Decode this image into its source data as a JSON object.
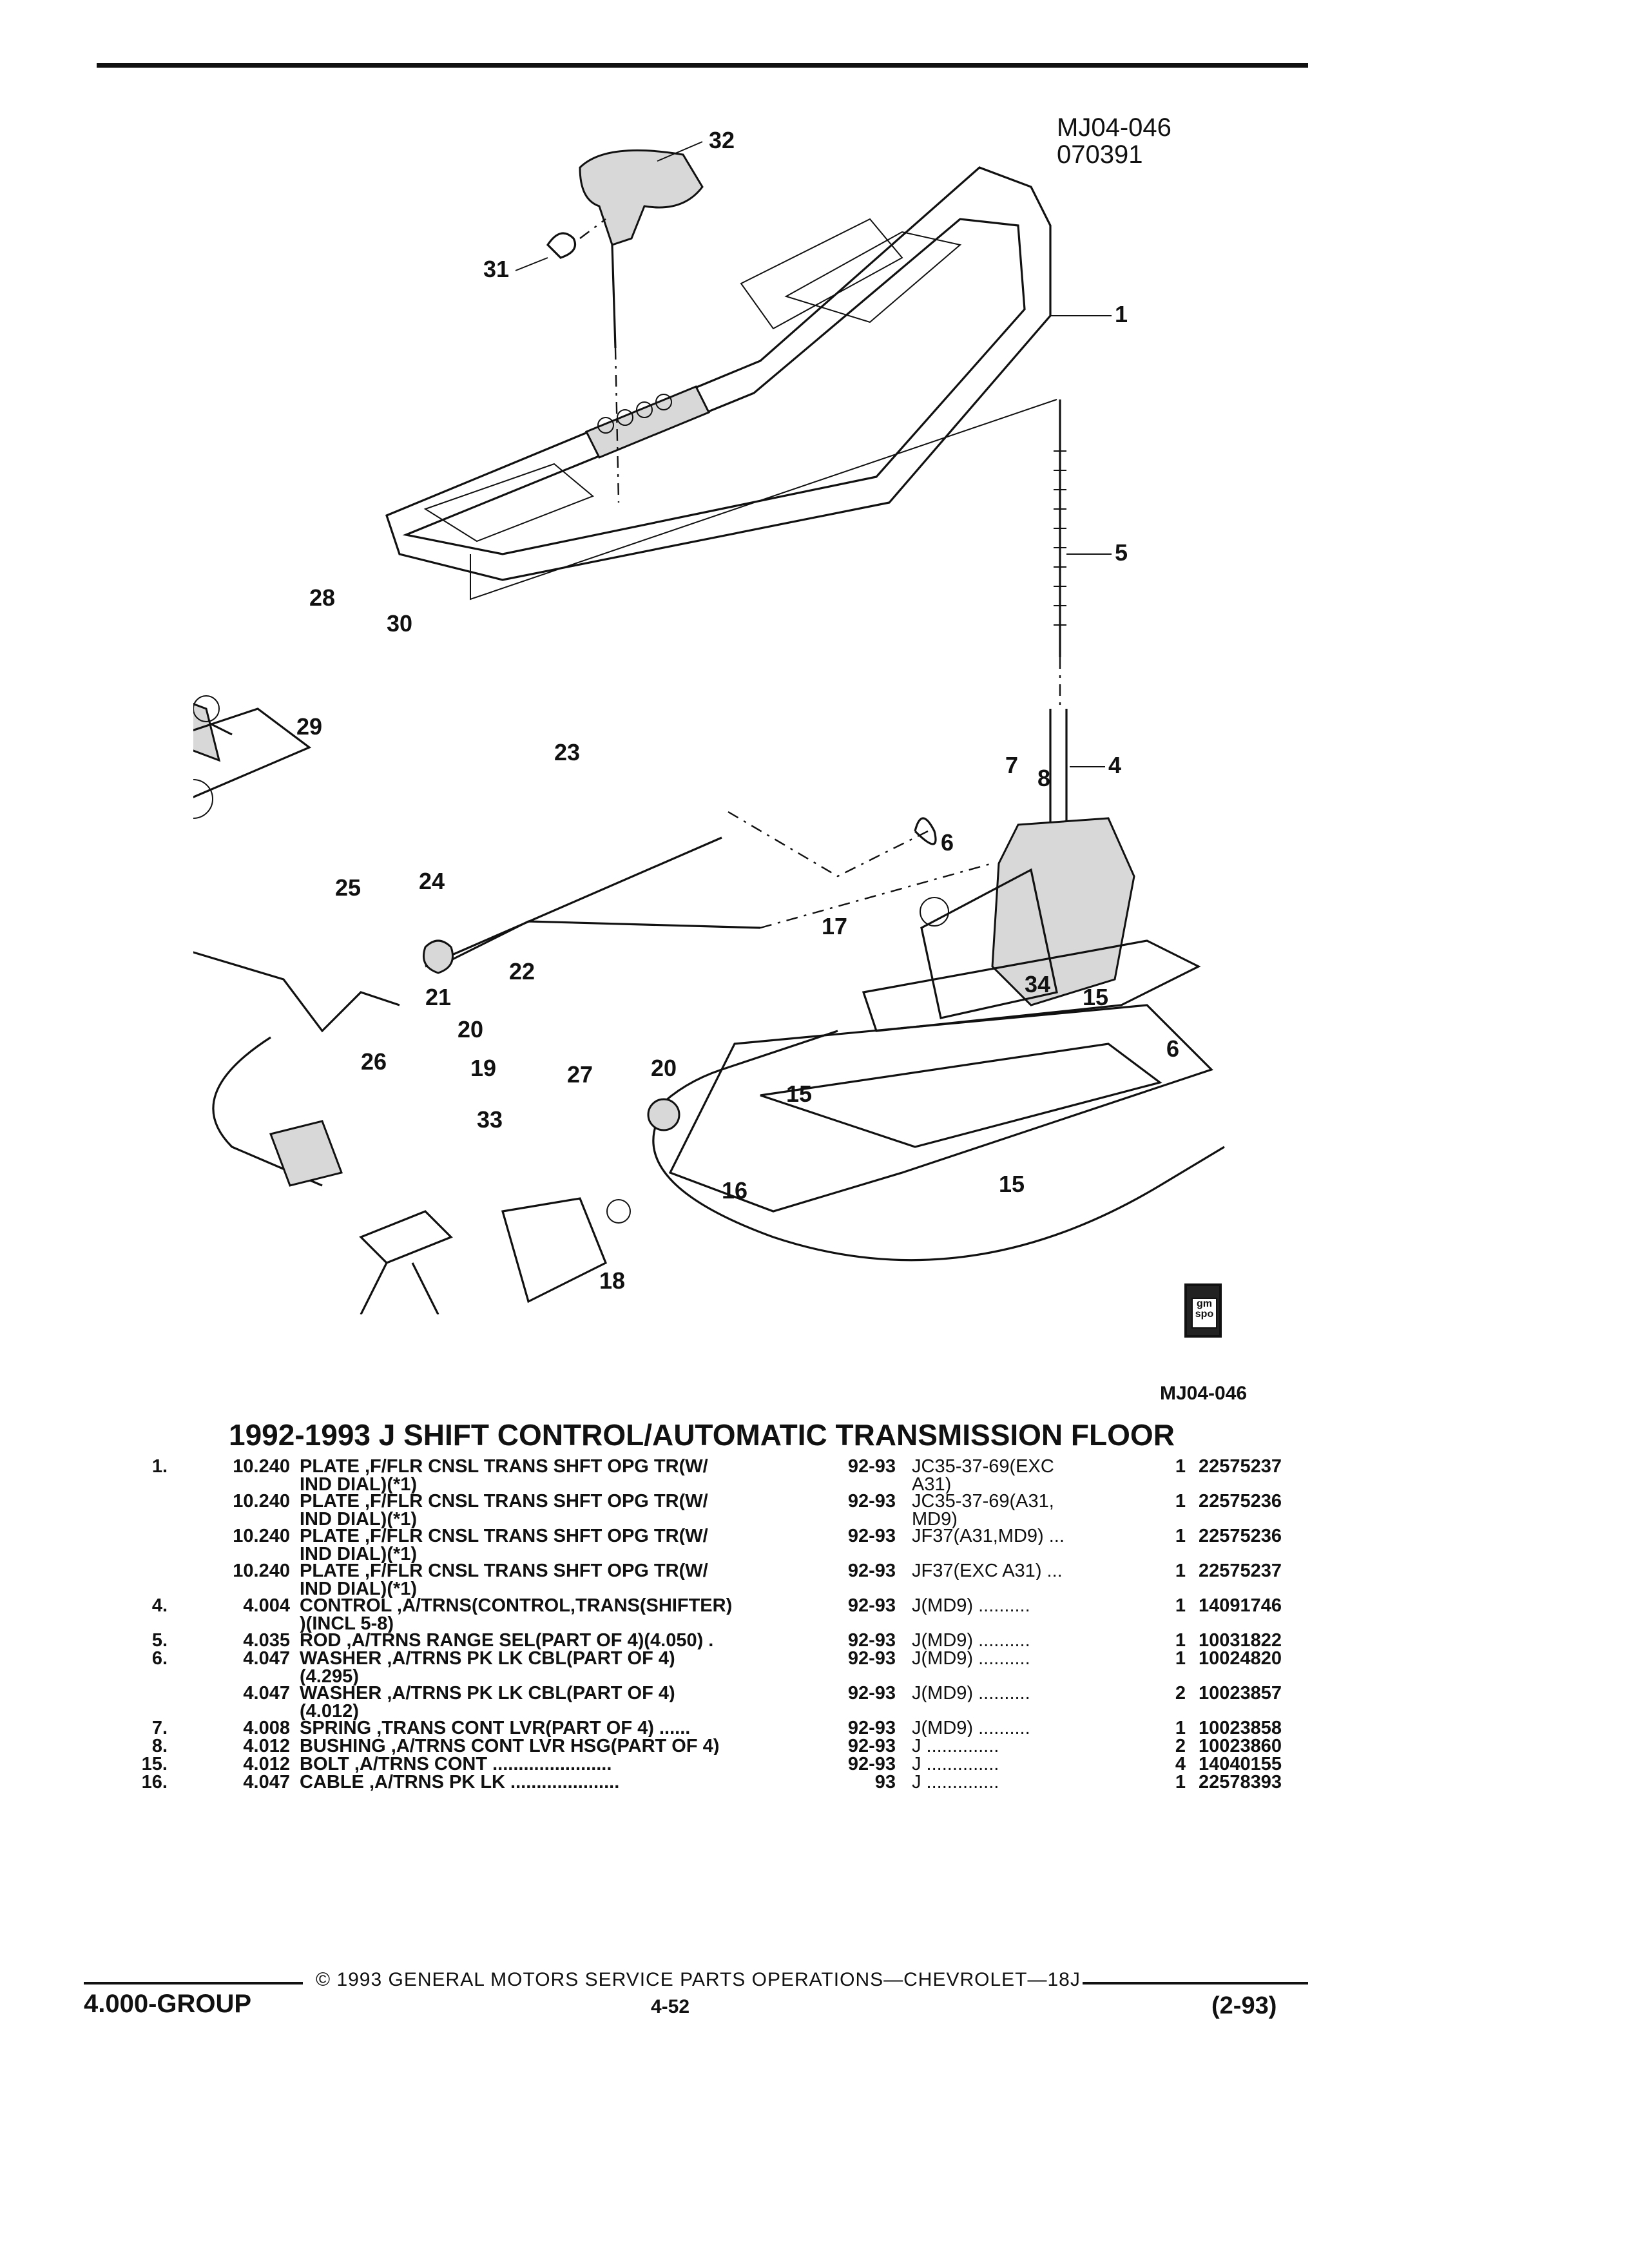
{
  "header": {
    "illustration_code": "MJ04-046",
    "illustration_date": "070391"
  },
  "diagram": {
    "callouts": [
      "1",
      "4",
      "5",
      "6",
      "6",
      "7",
      "8",
      "15",
      "15",
      "15",
      "16",
      "17",
      "18",
      "19",
      "20",
      "20",
      "21",
      "22",
      "23",
      "24",
      "25",
      "26",
      "27",
      "28",
      "29",
      "30",
      "31",
      "32",
      "33",
      "34"
    ],
    "caption_code": "MJ04-046"
  },
  "section_title": "1992-1993 J SHIFT CONTROL/AUTOMATIC TRANSMISSION FLOOR",
  "parts": [
    {
      "ref": "1.",
      "group": "10.240",
      "desc": "PLATE ,F/FLR CNSL TRANS SHFT OPG TR(W/",
      "desc2": "IND DIAL)(*1)",
      "years": "92-93",
      "models": "JC35-37-69(EXC",
      "models2": "A31)",
      "qty": "1",
      "pn": "22575237"
    },
    {
      "ref": "",
      "group": "10.240",
      "desc": "PLATE ,F/FLR CNSL TRANS SHFT OPG TR(W/",
      "desc2": "IND DIAL)(*1)",
      "years": "92-93",
      "models": "JC35-37-69(A31,",
      "models2": "MD9)",
      "qty": "1",
      "pn": "22575236"
    },
    {
      "ref": "",
      "group": "10.240",
      "desc": "PLATE ,F/FLR CNSL TRANS SHFT OPG TR(W/",
      "desc2": "IND DIAL)(*1)",
      "years": "92-93",
      "models": "JF37(A31,MD9) ...",
      "models2": "",
      "qty": "1",
      "pn": "22575236"
    },
    {
      "ref": "",
      "group": "10.240",
      "desc": "PLATE ,F/FLR CNSL TRANS SHFT OPG TR(W/",
      "desc2": "IND DIAL)(*1)",
      "years": "92-93",
      "models": "JF37(EXC A31) ...",
      "models2": "",
      "qty": "1",
      "pn": "22575237"
    },
    {
      "ref": "4.",
      "group": "4.004",
      "desc": "CONTROL ,A/TRNS(CONTROL,TRANS(SHIFTER)",
      "desc2": ")(INCL 5-8)",
      "years": "92-93",
      "models": "J(MD9) ..........",
      "models2": "",
      "qty": "1",
      "pn": "14091746"
    },
    {
      "ref": "5.",
      "group": "4.035",
      "desc": "ROD ,A/TRNS RANGE SEL(PART OF 4)(4.050)  .",
      "desc2": "",
      "years": "92-93",
      "models": "J(MD9) ..........",
      "models2": "",
      "qty": "1",
      "pn": "10031822"
    },
    {
      "ref": "6.",
      "group": "4.047",
      "desc": "WASHER ,A/TRNS PK LK CBL(PART OF 4)",
      "desc2": "(4.295)",
      "years": "92-93",
      "models": "J(MD9) ..........",
      "models2": "",
      "qty": "1",
      "pn": "10024820"
    },
    {
      "ref": "",
      "group": "4.047",
      "desc": "WASHER ,A/TRNS PK LK CBL(PART OF 4)",
      "desc2": "(4.012)",
      "years": "92-93",
      "models": "J(MD9) ..........",
      "models2": "",
      "qty": "2",
      "pn": "10023857"
    },
    {
      "ref": "7.",
      "group": "4.008",
      "desc": "SPRING ,TRANS CONT LVR(PART OF 4) ......",
      "desc2": "",
      "years": "92-93",
      "models": "J(MD9) ..........",
      "models2": "",
      "qty": "1",
      "pn": "10023858"
    },
    {
      "ref": "8.",
      "group": "4.012",
      "desc": "BUSHING ,A/TRNS CONT LVR HSG(PART OF 4)",
      "desc2": "",
      "years": "92-93",
      "models": "J ..............",
      "models2": "",
      "qty": "2",
      "pn": "10023860"
    },
    {
      "ref": "15.",
      "group": "4.012",
      "desc": "BOLT ,A/TRNS CONT .......................",
      "desc2": "",
      "years": "92-93",
      "models": "J ..............",
      "models2": "",
      "qty": "4",
      "pn": "14040155"
    },
    {
      "ref": "16.",
      "group": "4.047",
      "desc": "CABLE ,A/TRNS PK LK .....................",
      "desc2": "",
      "years": "93",
      "models": "J ..............",
      "models2": "",
      "qty": "1",
      "pn": "22578393"
    }
  ],
  "footer": {
    "copyright": "© 1993 GENERAL MOTORS SERVICE PARTS OPERATIONS—CHEVROLET—18J",
    "group": "4.000-GROUP",
    "page": "4-52",
    "revision": "(2-93)"
  },
  "logo_text": "gm spo"
}
